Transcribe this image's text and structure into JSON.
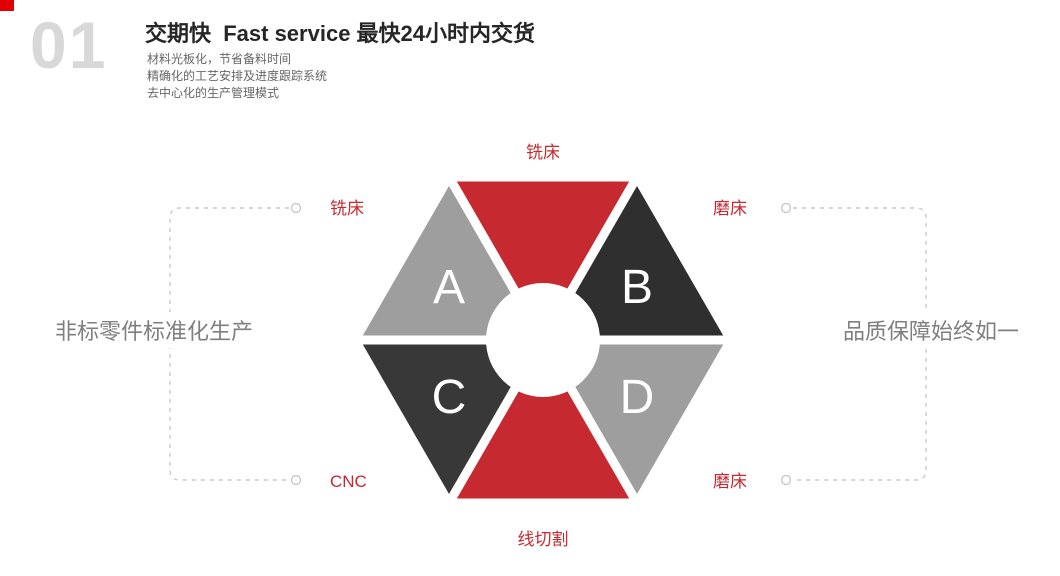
{
  "header": {
    "number": "01",
    "title": "交期快  Fast service 最快24小时内交货",
    "lines": [
      "材料光板化，节省备料时间",
      "精确化的工艺安排及进度跟踪系统",
      "去中心化的生产管理模式"
    ]
  },
  "diagram": {
    "segments": [
      {
        "position": "top",
        "label": "铣床",
        "letter": "",
        "color": "#c62a30"
      },
      {
        "position": "upper-left",
        "label": "铣床",
        "letter": "A",
        "color": "#9e9e9e"
      },
      {
        "position": "upper-right",
        "label": "磨床",
        "letter": "B",
        "color": "#2f2f2f"
      },
      {
        "position": "lower-left",
        "label": "CNC",
        "letter": "C",
        "color": "#383838"
      },
      {
        "position": "lower-right",
        "label": "磨床",
        "letter": "D",
        "color": "#9e9e9e"
      },
      {
        "position": "bottom",
        "label": "线切割",
        "letter": "",
        "color": "#c62a30"
      }
    ],
    "left_caption": "非标零件标准化生产",
    "right_caption": "品质保障始终如一"
  },
  "colors": {
    "accent_red": "#c62a30",
    "label_red": "#c62a30",
    "dark_triangle": "#2f2f2f",
    "gray_triangle": "#9e9e9e",
    "number_gray": "#d8d8d8",
    "caption_gray": "#7f7f7f",
    "dash_gray": "#c9c9c9"
  }
}
